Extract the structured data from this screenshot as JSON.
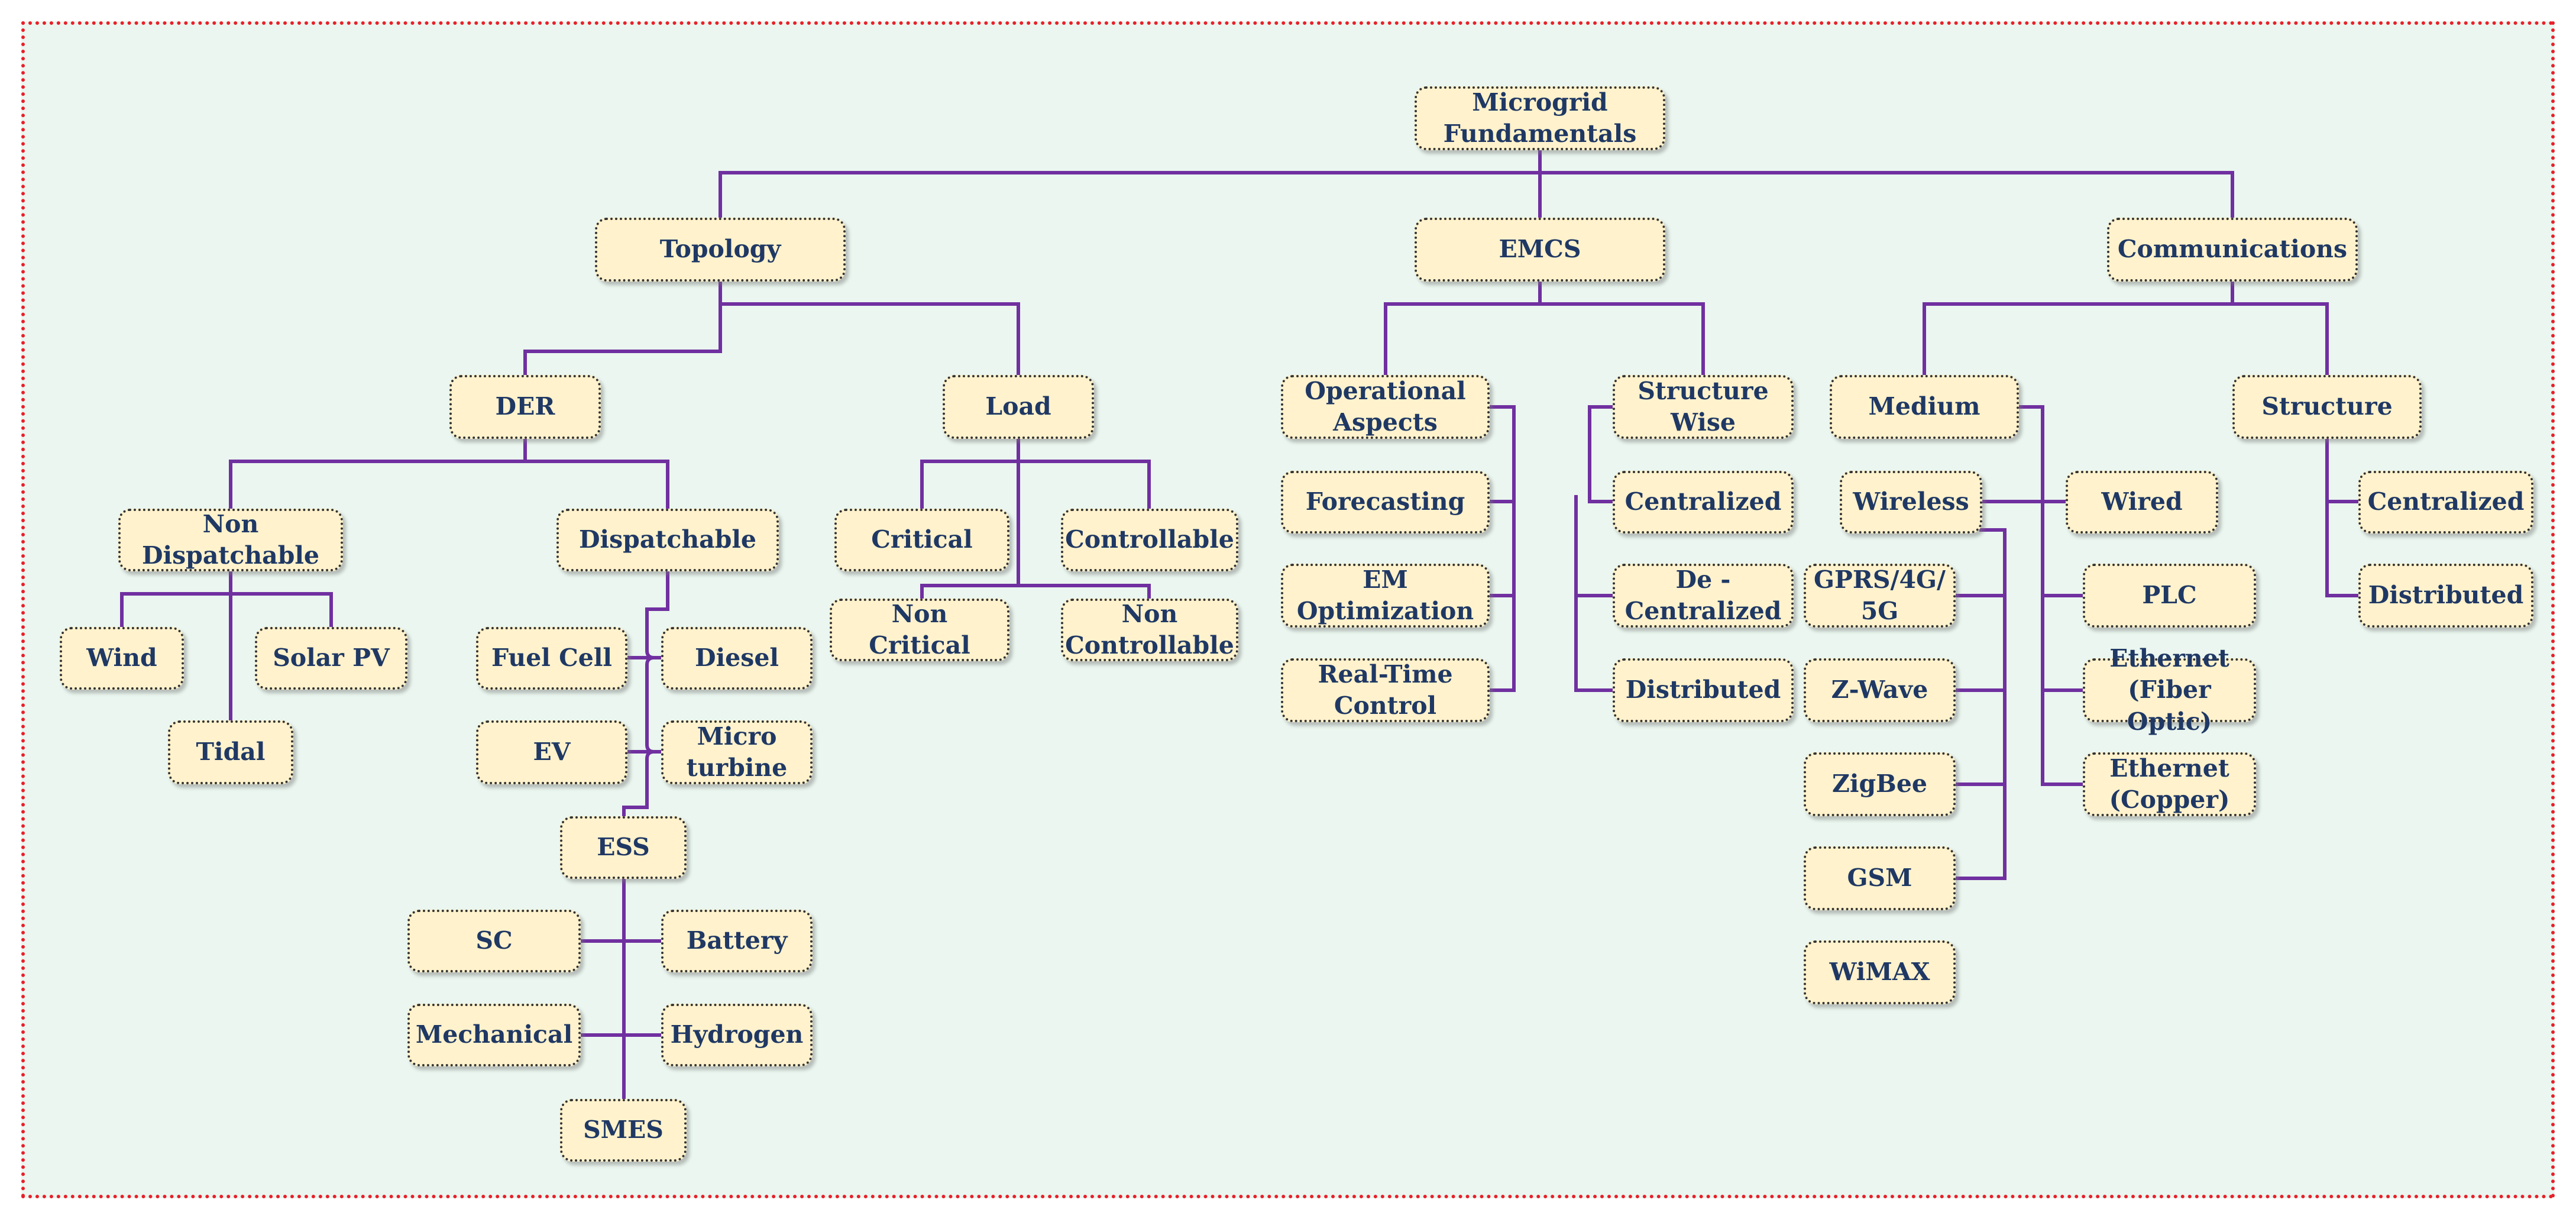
{
  "colors": {
    "frame_border": "#e8202a",
    "frame_fill": "#eaf6ef",
    "node_fill": "#fff2cc",
    "node_text": "#1f3864",
    "connector": "#7030a0"
  },
  "root": "Microgrid\nFundamentals",
  "topology": {
    "title": "Topology",
    "der": {
      "title": "DER",
      "non_dispatchable": {
        "title": "Non\nDispatchable",
        "items": [
          "Wind",
          "Solar PV",
          "Tidal"
        ]
      },
      "dispatchable": {
        "title": "Dispatchable",
        "fuel_cell": "Fuel Cell",
        "diesel": "Diesel",
        "ev": "EV",
        "micro_turbine": "Micro\nturbine",
        "ess": {
          "title": "ESS",
          "items": [
            "SC",
            "Battery",
            "Mechanical",
            "Hydrogen",
            "SMES"
          ]
        }
      }
    },
    "load": {
      "title": "Load",
      "items": [
        "Critical",
        "Controllable",
        "Non Critical",
        "Non\nControllable"
      ]
    }
  },
  "emcs": {
    "title": "EMCS",
    "operational_aspects": {
      "title": "Operational\nAspects",
      "items": [
        "Forecasting",
        "EM\nOptimization",
        "Real-Time\nControl"
      ]
    },
    "structure_wise": {
      "title": "Structure\nWise",
      "items": [
        "Centralized",
        "De -\nCentralized",
        "Distributed"
      ]
    }
  },
  "communications": {
    "title": "Communications",
    "medium": {
      "title": "Medium",
      "wireless": {
        "title": "Wireless",
        "items": [
          "GPRS/4G/\n5G",
          "Z-Wave",
          "ZigBee",
          "GSM",
          "WiMAX"
        ]
      },
      "wired": {
        "title": "Wired",
        "items": [
          "PLC",
          "Ethernet\n(Fiber Optic)",
          "Ethernet\n(Copper)"
        ]
      }
    },
    "structure": {
      "title": "Structure",
      "items": [
        "Centralized",
        "Distributed"
      ]
    }
  }
}
